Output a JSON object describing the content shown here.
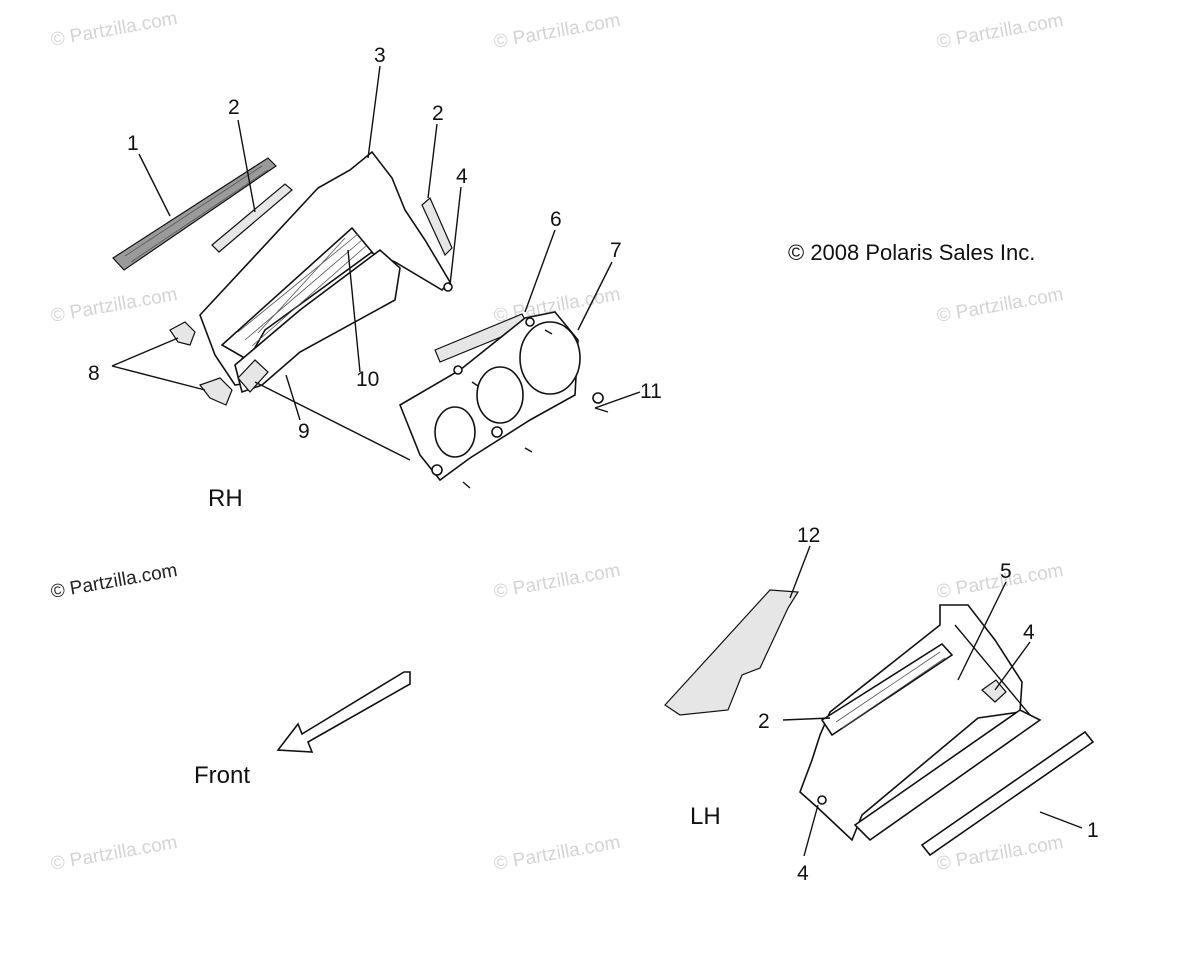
{
  "copyright": "© 2008 Polaris Sales Inc.",
  "watermark": "© Partzilla.com",
  "side_labels": {
    "rh": "RH",
    "lh": "LH"
  },
  "front_label": "Front",
  "callouts": {
    "rh": [
      "1",
      "2",
      "3",
      "2",
      "4",
      "6",
      "7",
      "8",
      "9",
      "10",
      "11"
    ],
    "lh": [
      "12",
      "5",
      "4",
      "2",
      "1",
      "4"
    ]
  }
}
